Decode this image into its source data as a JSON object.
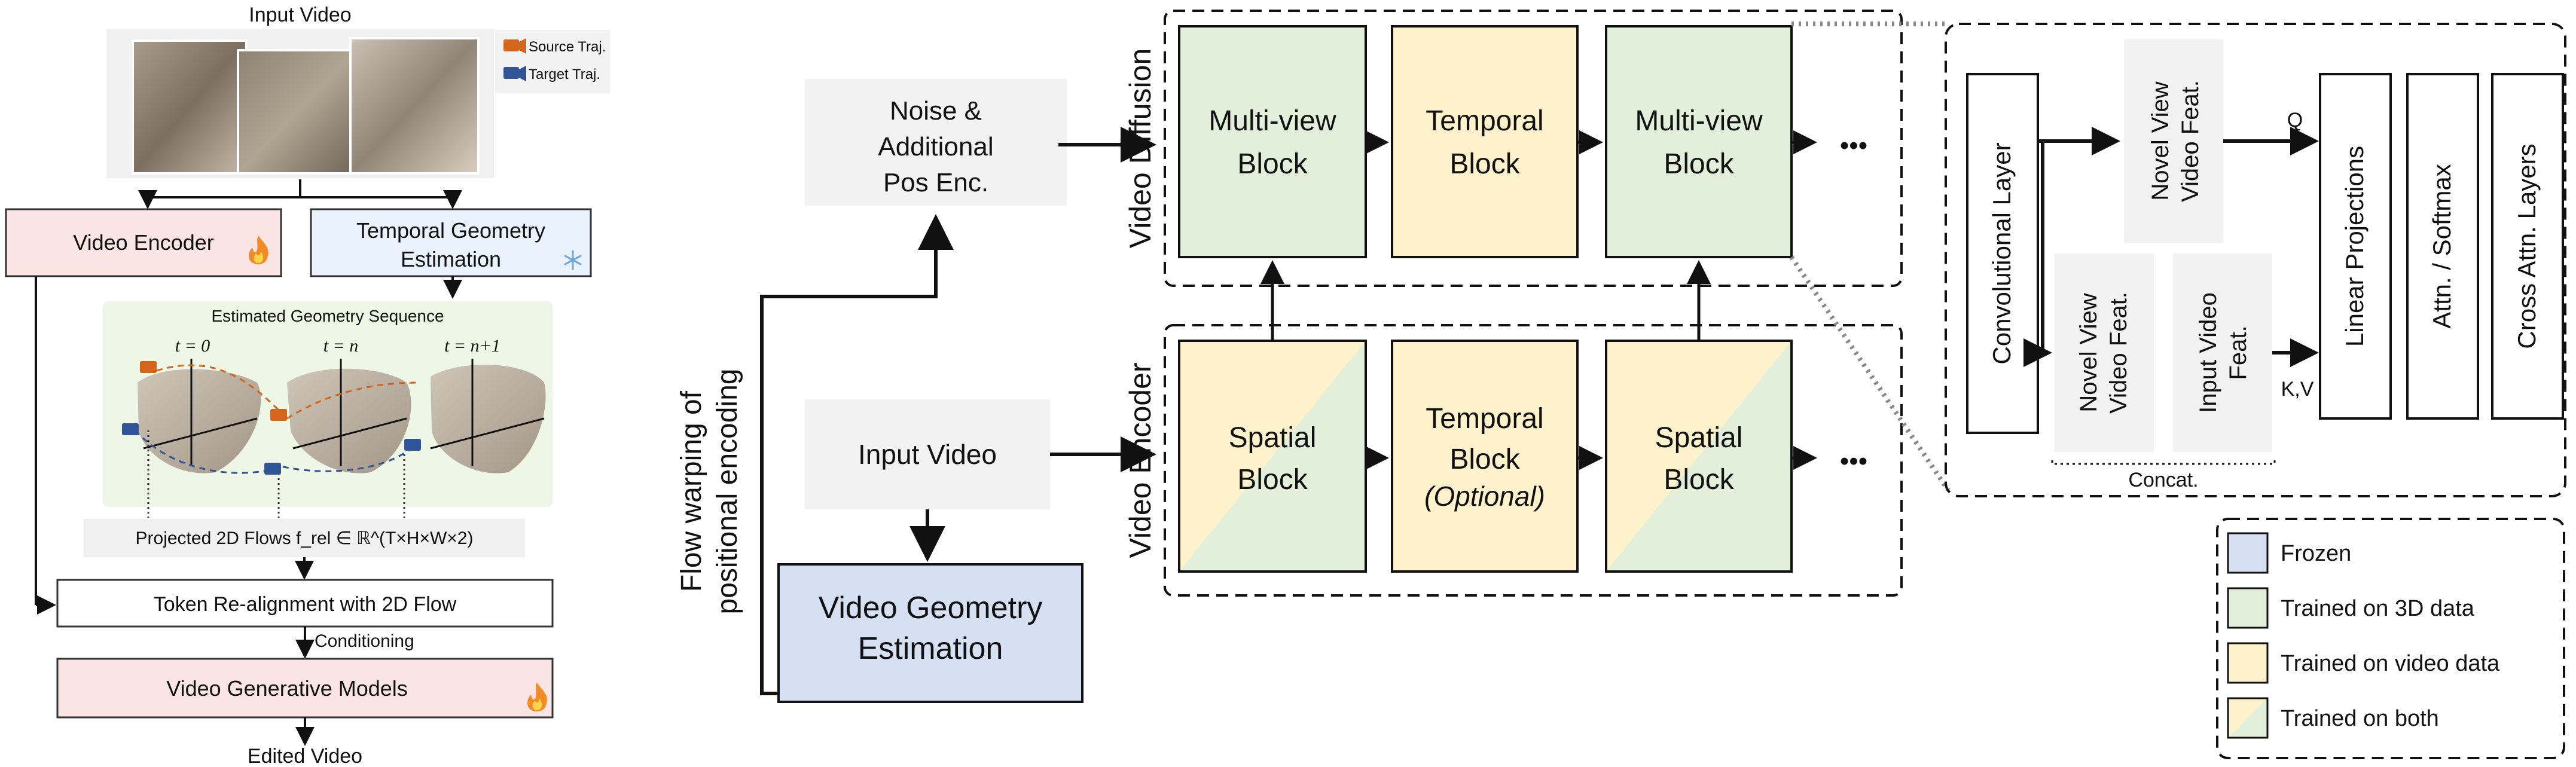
{
  "left": {
    "input_video": "Input Video",
    "legend_source": "Source Traj.",
    "legend_target": "Target Traj.",
    "video_encoder": "Video Encoder",
    "tge_line1": "Temporal Geometry",
    "tge_line2": "Estimation",
    "geom_seq_title": "Estimated Geometry Sequence",
    "t0": "t = 0",
    "tn": "t = n",
    "tn1": "t = n+1",
    "flows": "Projected 2D Flows f_rel ∈ ℝ^(T×H×W×2)",
    "realign": "Token Re-alignment with 2D Flow",
    "conditioning": "Conditioning",
    "vgm": "Video Generative Models",
    "edited": "Edited Video"
  },
  "middle": {
    "flow_warp_line1": "Flow warping of",
    "flow_warp_line2": "positional encoding",
    "noise_line1": "Noise &",
    "noise_line2": "Additional",
    "noise_line3": "Pos Enc.",
    "input_video": "Input Video",
    "vge_line1": "Video Geometry",
    "vge_line2": "Estimation",
    "video_diffusion": "Video Diffusion",
    "video_encoder": "Video Encoder",
    "mv1_line1": "Multi-view",
    "mv1_line2": "Block",
    "temporal_line1": "Temporal",
    "temporal_line2": "Block",
    "mv2_line1": "Multi-view",
    "mv2_line2": "Block",
    "dots": "•••",
    "spatial1_line1": "Spatial",
    "spatial1_line2": "Block",
    "tempopt_line1": "Temporal",
    "tempopt_line2": "Block",
    "tempopt_line3": "(Optional)",
    "spatial2_line1": "Spatial",
    "spatial2_line2": "Block"
  },
  "right": {
    "conv_layer": "Convolutional Layer",
    "nv_top_line1": "Novel View",
    "nv_top_line2": "Video Feat.",
    "q": "Q",
    "nv_bottom_line1": "Novel View",
    "nv_bottom_line2": "Video Feat.",
    "iv_line1": "Input Video",
    "iv_line2": "Feat.",
    "kv": "K,V",
    "concat": "Concat.",
    "linear_proj": "Linear Projections",
    "attn": "Attn. / Softmax",
    "cross_attn": "Cross Attn. Layers"
  },
  "legend": {
    "frozen": "Frozen",
    "trained_3d": "Trained on 3D data",
    "trained_video": "Trained on video data",
    "trained_both": "Trained on both"
  },
  "colors": {
    "frozen": "#d5e0f3",
    "trained_3d": "#e2efda",
    "trained_video": "#fdf2cb",
    "encoder_pink": "#fbe4e4",
    "tge_blue": "#e9f1fa",
    "gray_box": "#f2f2f2",
    "geom_green": "#eef6e6",
    "source_traj": "#d4651c",
    "target_traj": "#2f5597"
  }
}
